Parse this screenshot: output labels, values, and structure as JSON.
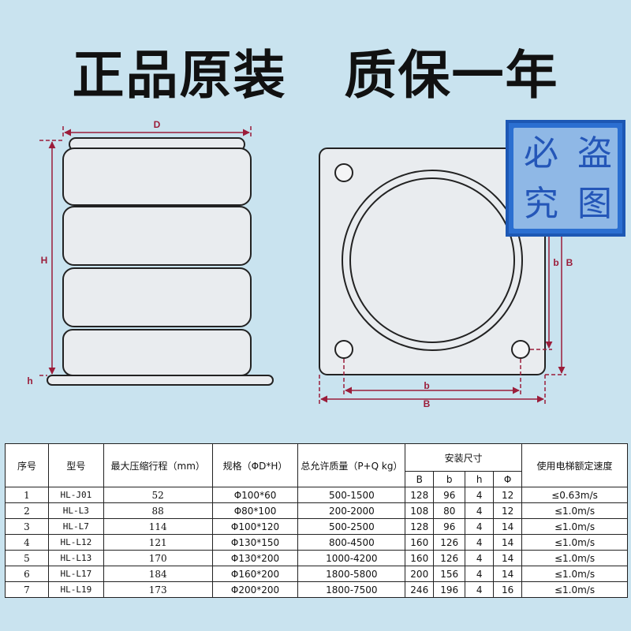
{
  "headline": {
    "left": "正品原装",
    "right": "质保一年"
  },
  "drawing": {
    "side_labels": {
      "diameter": "D",
      "height": "H",
      "base": "h"
    },
    "top_labels": {
      "inner": "b",
      "outer": "B"
    }
  },
  "seal": {
    "chars": [
      "盗",
      "必",
      "图",
      "究"
    ]
  },
  "table": {
    "headers": {
      "index": "序号",
      "model": "型号",
      "max_stroke": "最大压缩行程（mm）",
      "spec": "规格（ΦD*H）",
      "load": "总允许质量（P+Q kg）",
      "install": "安装尺寸",
      "speed": "使用电梯额定速度"
    },
    "install_sub": [
      "B",
      "b",
      "h",
      "Φ"
    ],
    "rows": [
      {
        "index": "1",
        "model": "HL-J01",
        "stroke": "52",
        "spec": "Φ100*60",
        "load": "500-1500",
        "B": "128",
        "b": "96",
        "h": "4",
        "phi": "12",
        "speed": "≤0.63m/s"
      },
      {
        "index": "2",
        "model": "HL-L3",
        "stroke": "88",
        "spec": "Φ80*100",
        "load": "200-2000",
        "B": "108",
        "b": "80",
        "h": "4",
        "phi": "12",
        "speed": "≤1.0m/s"
      },
      {
        "index": "3",
        "model": "HL-L7",
        "stroke": "114",
        "spec": "Φ100*120",
        "load": "500-2500",
        "B": "128",
        "b": "96",
        "h": "4",
        "phi": "14",
        "speed": "≤1.0m/s"
      },
      {
        "index": "4",
        "model": "HL-L12",
        "stroke": "121",
        "spec": "Φ130*150",
        "load": "800-4500",
        "B": "160",
        "b": "126",
        "h": "4",
        "phi": "14",
        "speed": "≤1.0m/s"
      },
      {
        "index": "5",
        "model": "HL-L13",
        "stroke": "170",
        "spec": "Φ130*200",
        "load": "1000-4200",
        "B": "160",
        "b": "126",
        "h": "4",
        "phi": "14",
        "speed": "≤1.0m/s"
      },
      {
        "index": "6",
        "model": "HL-L17",
        "stroke": "184",
        "spec": "Φ160*200",
        "load": "1800-5800",
        "B": "200",
        "b": "156",
        "h": "4",
        "phi": "14",
        "speed": "≤1.0m/s"
      },
      {
        "index": "7",
        "model": "HL-L19",
        "stroke": "173",
        "spec": "Φ200*200",
        "load": "1800-7500",
        "B": "246",
        "b": "196",
        "h": "4",
        "phi": "16",
        "speed": "≤1.0m/s"
      }
    ]
  }
}
